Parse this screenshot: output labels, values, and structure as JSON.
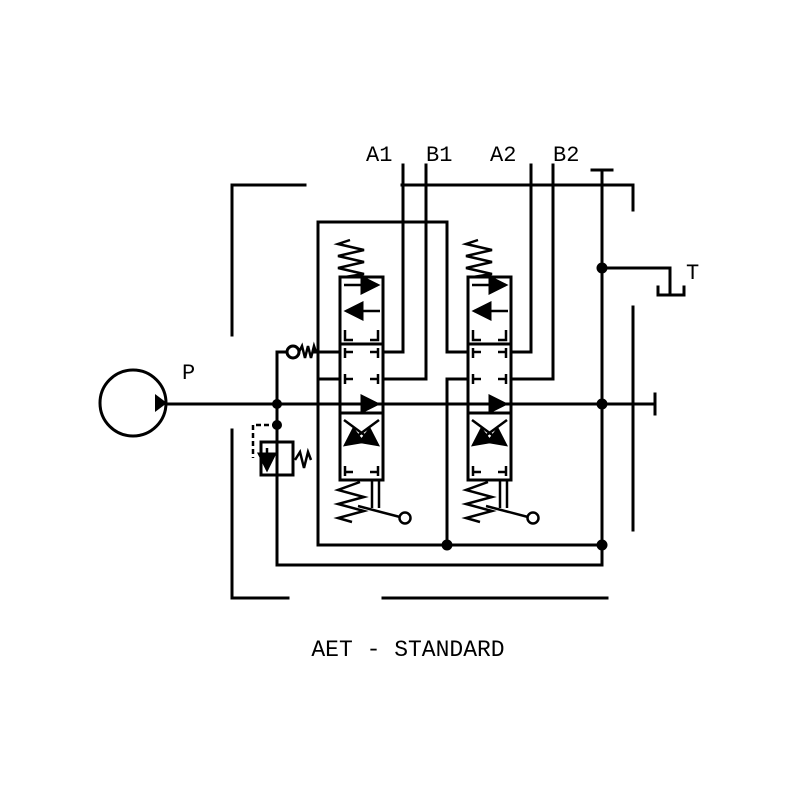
{
  "diagram": {
    "title": "AET - STANDARD",
    "ports": {
      "pressure": "P",
      "tank": "T",
      "a1": "A1",
      "b1": "B1",
      "a2": "A2",
      "b2": "B2"
    },
    "line_color": "#000000",
    "background": "#ffffff"
  }
}
